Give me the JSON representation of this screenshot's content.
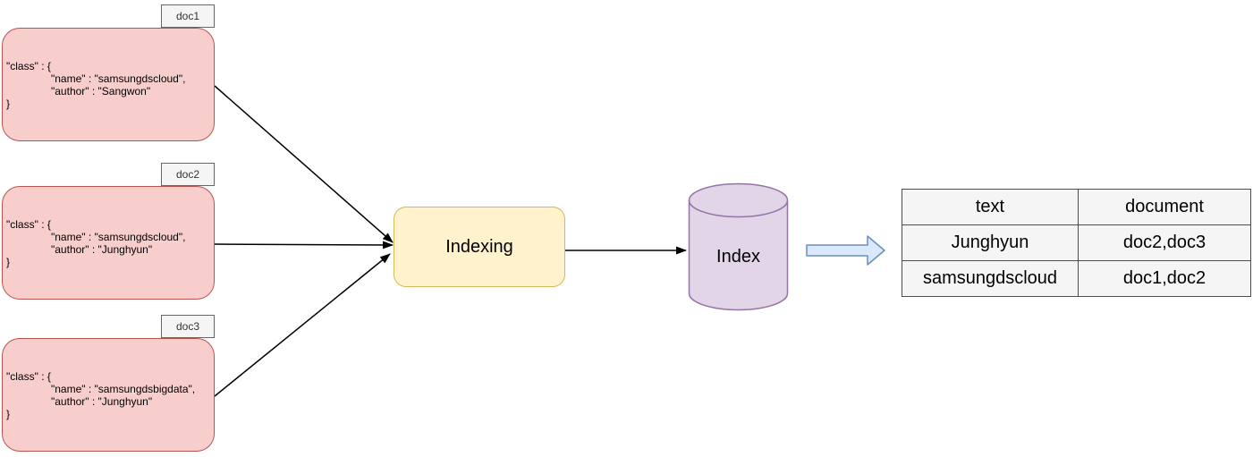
{
  "docs": [
    {
      "label": "doc1",
      "lines": [
        "\"class\" : {",
        "\"name\" : \"samsungdscloud\",",
        "\"author\" : \"Sangwon\"",
        "}"
      ]
    },
    {
      "label": "doc2",
      "lines": [
        "\"class\" : {",
        "\"name\" : \"samsungdscloud\",",
        "\"author\" : \"Junghyun\"",
        "}"
      ]
    },
    {
      "label": "doc3",
      "lines": [
        "\"class\" : {",
        "\"name\" : \"samsungdsbigdata\",",
        "\"author\" : \"Junghyun\"",
        "}"
      ]
    }
  ],
  "process": {
    "label": "Indexing"
  },
  "store": {
    "label": "Index"
  },
  "result_table": {
    "headers": [
      "text",
      "document"
    ],
    "rows": [
      {
        "text": "Junghyun",
        "document": "doc2,doc3"
      },
      {
        "text": "samsungdscloud",
        "document": "doc1,doc2"
      }
    ]
  },
  "colors": {
    "doc_fill": "#f8cecc",
    "doc_stroke": "#b85450",
    "label_fill": "#f5f5f5",
    "label_stroke": "#666666",
    "process_fill": "#fff2cc",
    "process_stroke": "#d6b656",
    "store_fill": "#e1d5e7",
    "store_stroke": "#9673a6",
    "result_arrow_fill": "#dae8fc",
    "result_arrow_stroke": "#6c8ebf",
    "connector": "#000000",
    "table_fill": "#f5f5f5"
  }
}
